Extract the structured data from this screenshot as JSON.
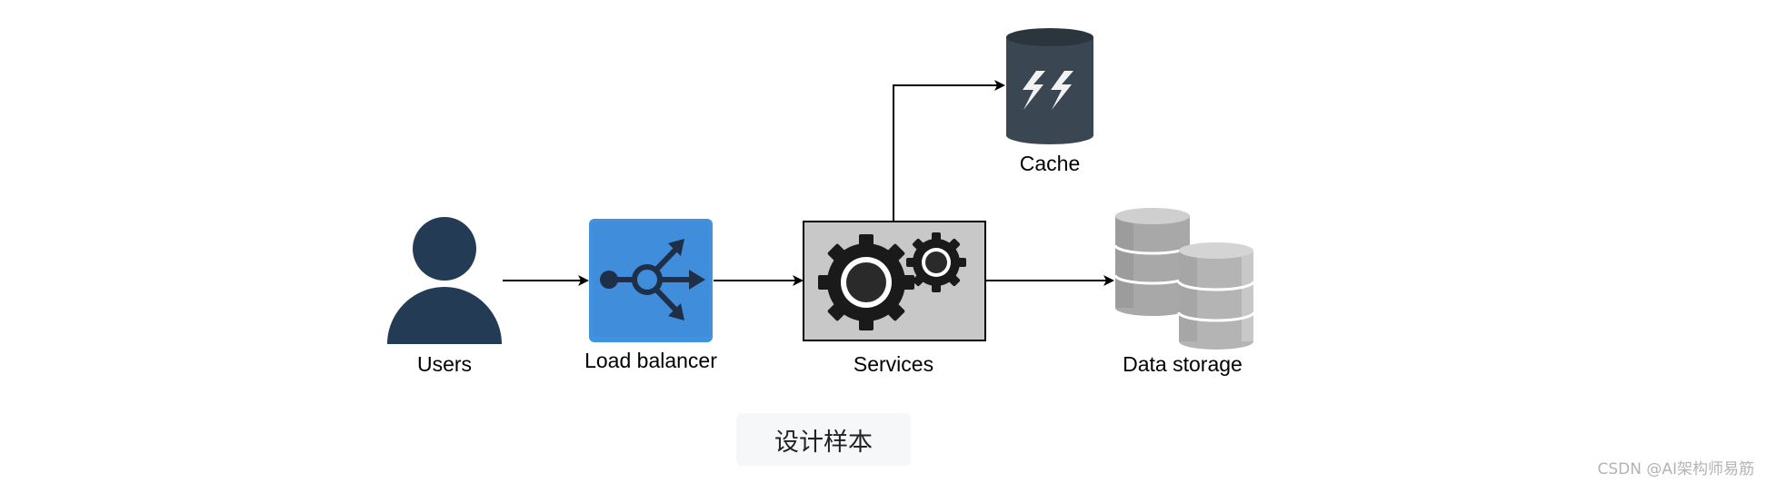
{
  "nodes": {
    "users": "Users",
    "load_balancer": "Load balancer",
    "services": "Services",
    "cache": "Cache",
    "data_storage": "Data storage"
  },
  "edges": [
    {
      "from": "users",
      "to": "load_balancer"
    },
    {
      "from": "load_balancer",
      "to": "services"
    },
    {
      "from": "services",
      "to": "cache"
    },
    {
      "from": "services",
      "to": "data_storage"
    }
  ],
  "caption": "设计样本",
  "watermark": "CSDN @AI架构师易筋",
  "icons": {
    "users": "user-icon",
    "load_balancer": "load-balancer-icon",
    "services": "gears-icon",
    "cache": "cache-lightning-icon",
    "data_storage": "database-stack-icon"
  },
  "colors": {
    "user_icon": "#243b55",
    "load_balancer": "#4192df",
    "services_box": "#c8c8c8",
    "cache": "#3a4752",
    "data_storage": "#b4b4b4"
  }
}
